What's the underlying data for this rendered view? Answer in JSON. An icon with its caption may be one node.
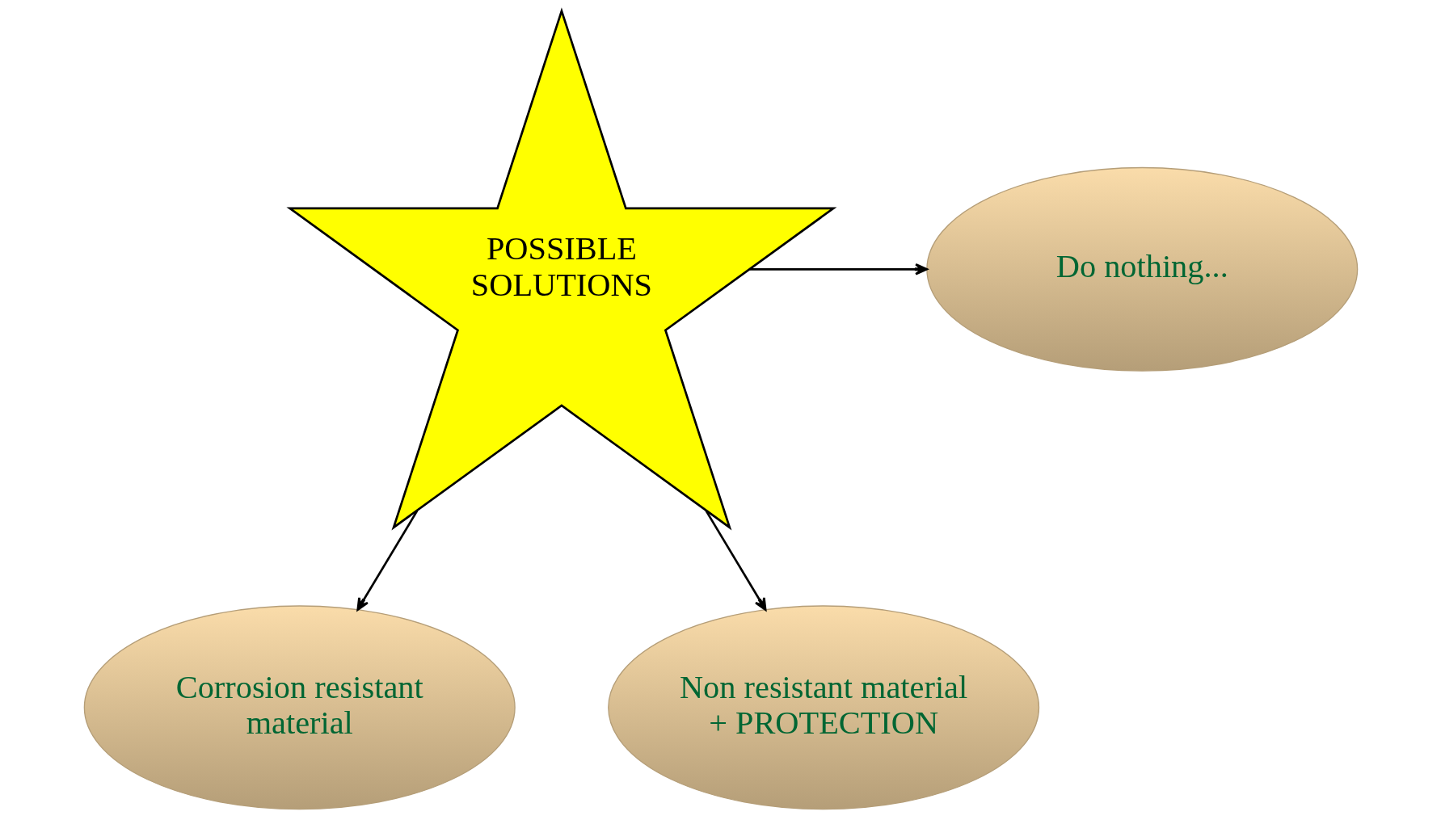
{
  "diagram": {
    "nodes": [
      {
        "text": [
          "POSSIBLE SOLUTIONS"
        ]
      },
      {
        "text": [
          "Do nothing..."
        ]
      },
      {
        "text": [
          "Corrosion resistant material"
        ]
      },
      {
        "text": [
          "Non resistant material + PROTECTION"
        ]
      }
    ],
    "edges": [
      {
        "from": 0,
        "to": 1,
        "arrow": "to"
      },
      {
        "from": 0,
        "to": 2,
        "arrow": "to"
      },
      {
        "from": 0,
        "to": 3,
        "arrow": "to"
      }
    ]
  }
}
